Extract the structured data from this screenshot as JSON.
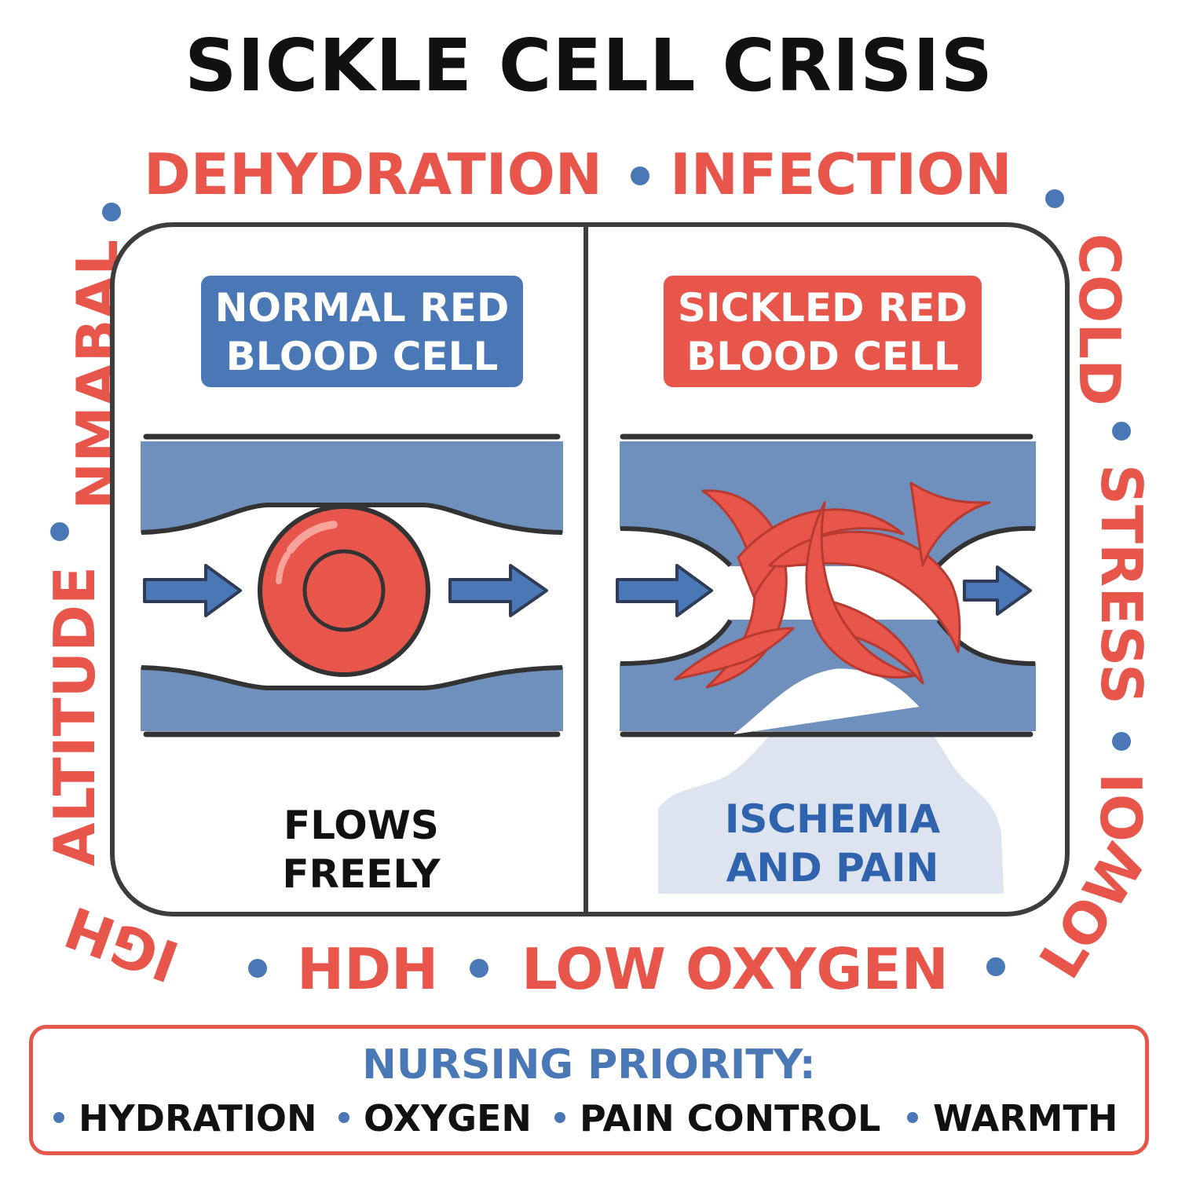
{
  "title": "SICKLE CELL CRISIS",
  "colors": {
    "accent_red": "#e8564b",
    "accent_blue": "#4a78b6",
    "vessel_blue": "#6f8fbd",
    "ischemia_fill": "#dde4f0",
    "dark": "#111111"
  },
  "triggers": {
    "dehydration": "DEHYDRATION",
    "infection": "INFECTION",
    "cold": "COLD",
    "stress": "STRESS",
    "low_o_right": "IO",
    "low_right": "LOW",
    "low_oxygen": "LOW OXYGEN",
    "hdh": "HDH",
    "high": "IGH",
    "altitude": "ALTITUDE",
    "nmabal": "NMABAL"
  },
  "left_panel": {
    "label_line1": "NORMAL RED",
    "label_line2": "BLOOD CELL",
    "caption_line1": "FLOWS",
    "caption_line2": "FREELY"
  },
  "right_panel": {
    "label_line1": "SICKLED RED",
    "label_line2": "BLOOD CELL",
    "caption_line1": "ISCHEMIA",
    "caption_line2": "AND PAIN"
  },
  "priority": {
    "title": "NURSING PRIORITY:",
    "items": [
      "HYDRATION",
      "OXYGEN",
      "PAIN CONTROL",
      "WARMTH"
    ]
  }
}
